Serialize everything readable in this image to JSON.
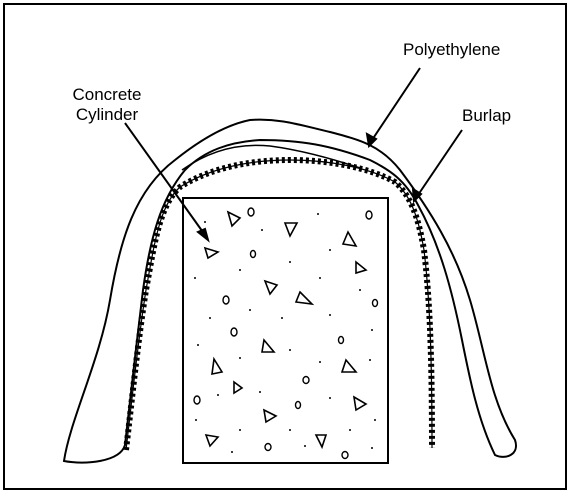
{
  "labels": {
    "concrete_line1": "Concrete",
    "concrete_line2": "Cylinder",
    "polyethylene": "Polyethylene",
    "burlap": "Burlap"
  },
  "colors": {
    "ink": "#000000",
    "background": "#ffffff"
  }
}
